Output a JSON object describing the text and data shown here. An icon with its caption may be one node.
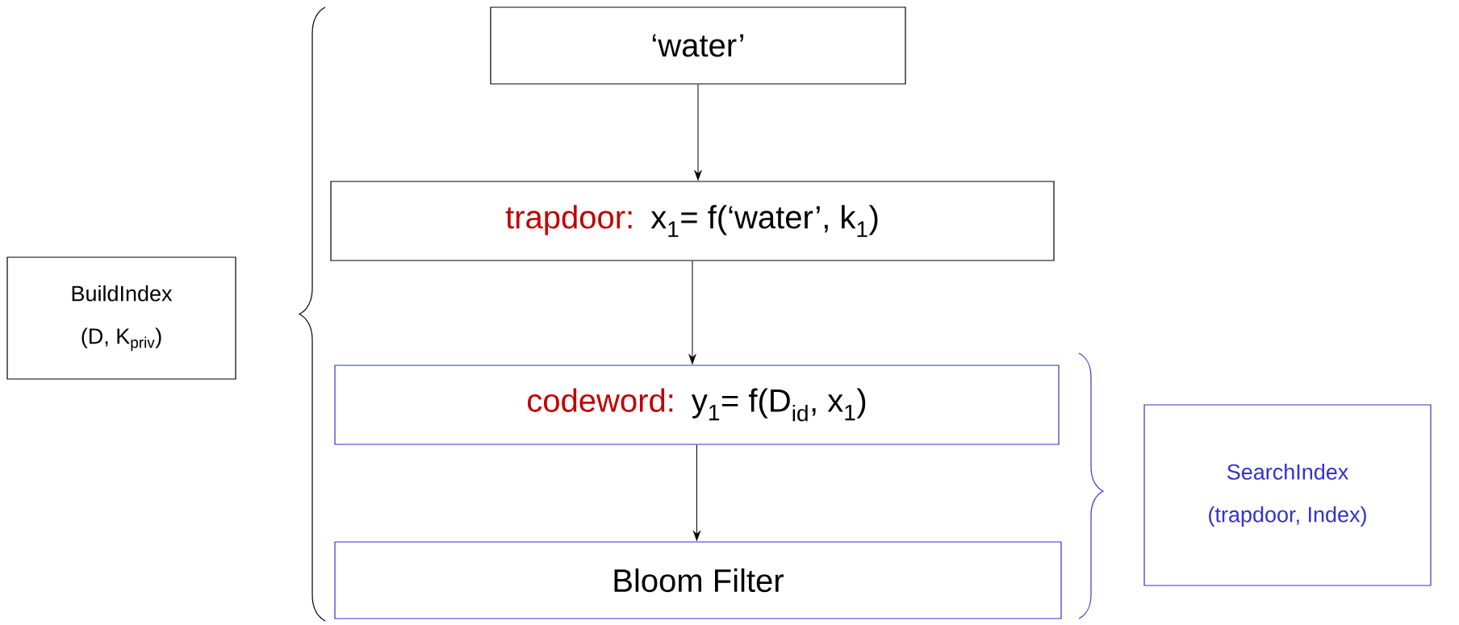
{
  "diagram": {
    "nodes": [
      {
        "text": [
          "‘water’"
        ]
      },
      {
        "text": [
          "trapdoor:",
          "x$_{1}$= f(‘water’, k$_{1}$)"
        ]
      },
      {
        "text": [
          "codeword:",
          "y$_{1}$= f(D$_{id}$, x$_{1}$)"
        ]
      },
      {
        "text": [
          "Bloom Filter"
        ]
      },
      {
        "text": [
          "BuildIndex",
          "(D, K$_{priv}$)"
        ]
      },
      {
        "text": [
          "SearchIndex",
          "(trapdoor, Index)"
        ]
      }
    ],
    "edges": [
      {
        "from": 0,
        "to": 1,
        "arrow": "to"
      },
      {
        "from": 1,
        "to": 2,
        "arrow": "to"
      },
      {
        "from": 2,
        "to": 3,
        "arrow": "to"
      }
    ]
  }
}
